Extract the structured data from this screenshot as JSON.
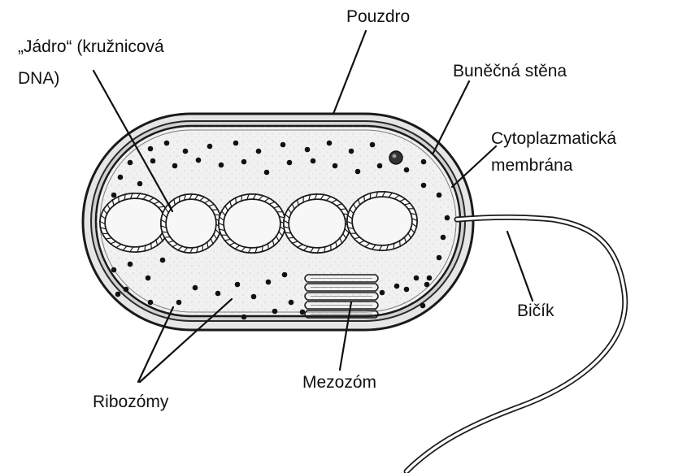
{
  "labels": {
    "pouzdro": "Pouzdro",
    "jadro_line1": "„Jádro“ (kružnicová",
    "jadro_line2": "DNA)",
    "bunecna_stena": "Buněčná stěna",
    "cytoplazmaticka_line1": "Cytoplazmatická",
    "cytoplazmaticka_line2": "membrána",
    "bicik": "Bičík",
    "mezozom": "Mezozóm",
    "ribozomy": "Ribozómy"
  },
  "colors": {
    "outline": "#1a1a1a",
    "wall_fill": "#e4e4e4",
    "cytoplasm_fill": "#f1f1f1",
    "dna_fill": "#f7f7f7",
    "ribosome": "#111111",
    "text": "#111111"
  }
}
